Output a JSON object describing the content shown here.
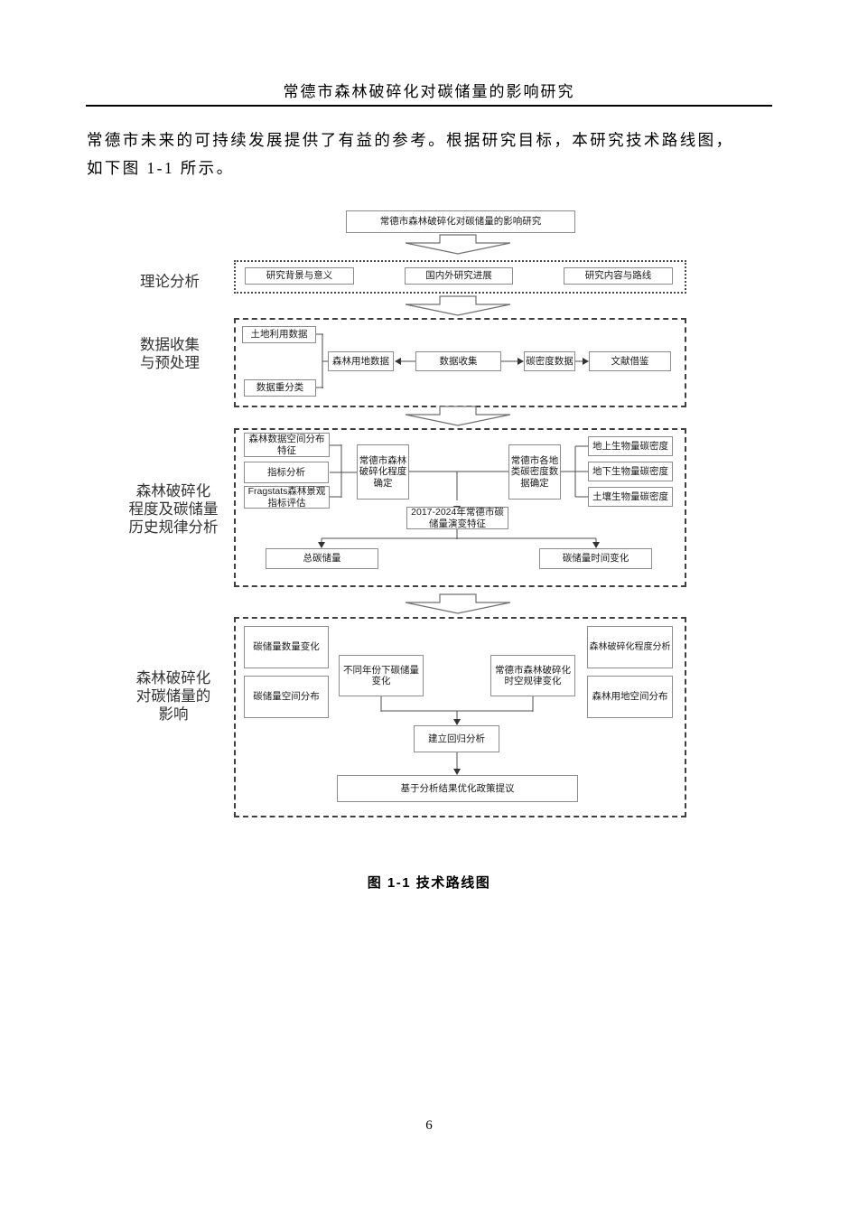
{
  "page": {
    "running_header": "常德市森林破碎化对碳储量的影响研究",
    "paragraph_line1": "常德市未来的可持续发展提供了有益的参考。根据研究目标，本研究技术路线图，",
    "paragraph_line2": "如下图 1-1 所示。",
    "figure_caption": "图 1-1 技术路线图",
    "page_number": "6"
  },
  "diagram": {
    "root": "常德市森林破碎化对碳储量的影响研究",
    "section1": {
      "label_lines": [
        "理论分析"
      ],
      "box1": "研究背景与意义",
      "box2": "国内外研究进展",
      "box3": "研究内容与路线"
    },
    "section2": {
      "label_lines": [
        "数据收集",
        "与预处理"
      ],
      "land_use": "土地利用数据",
      "reclass": "数据重分类",
      "forest_land": "森林用地数据",
      "collect": "数据收集",
      "carbon_density": "碳密度数据",
      "literature": "文献借鉴"
    },
    "section3": {
      "label_lines": [
        "森林破碎化",
        "程度及碳储量",
        "历史规律分析"
      ],
      "spatial_dist": "森林数据空间分布特征",
      "indicator": "指标分析",
      "fragstats": "Fragstats森林景观指标评估",
      "frag_degree": "常德市森林破碎化程度确定",
      "density_data": "常德市各地类碳密度数据确定",
      "above_ground": "地上生物量碳密度",
      "below_ground": "地下生物量碳密度",
      "soil": "土壤生物量碳密度",
      "evolution": "2017-2024年常德市碳储量演变特征",
      "total_carbon": "总碳储量",
      "time_change": "碳储量时间变化"
    },
    "section4": {
      "label_lines": [
        "森林破碎化",
        "对碳储量的",
        "影响"
      ],
      "qty_change": "碳储量数量变化",
      "spatial": "碳储量空间分布",
      "year_change": "不同年份下碳储量变化",
      "st_pattern": "常德市森林破碎化时空规律变化",
      "degree_analysis": "森林破碎化程度分析",
      "forest_spatial": "森林用地空间分布",
      "regression": "建立回归分析",
      "policy": "基于分析结果优化政策提议"
    }
  }
}
